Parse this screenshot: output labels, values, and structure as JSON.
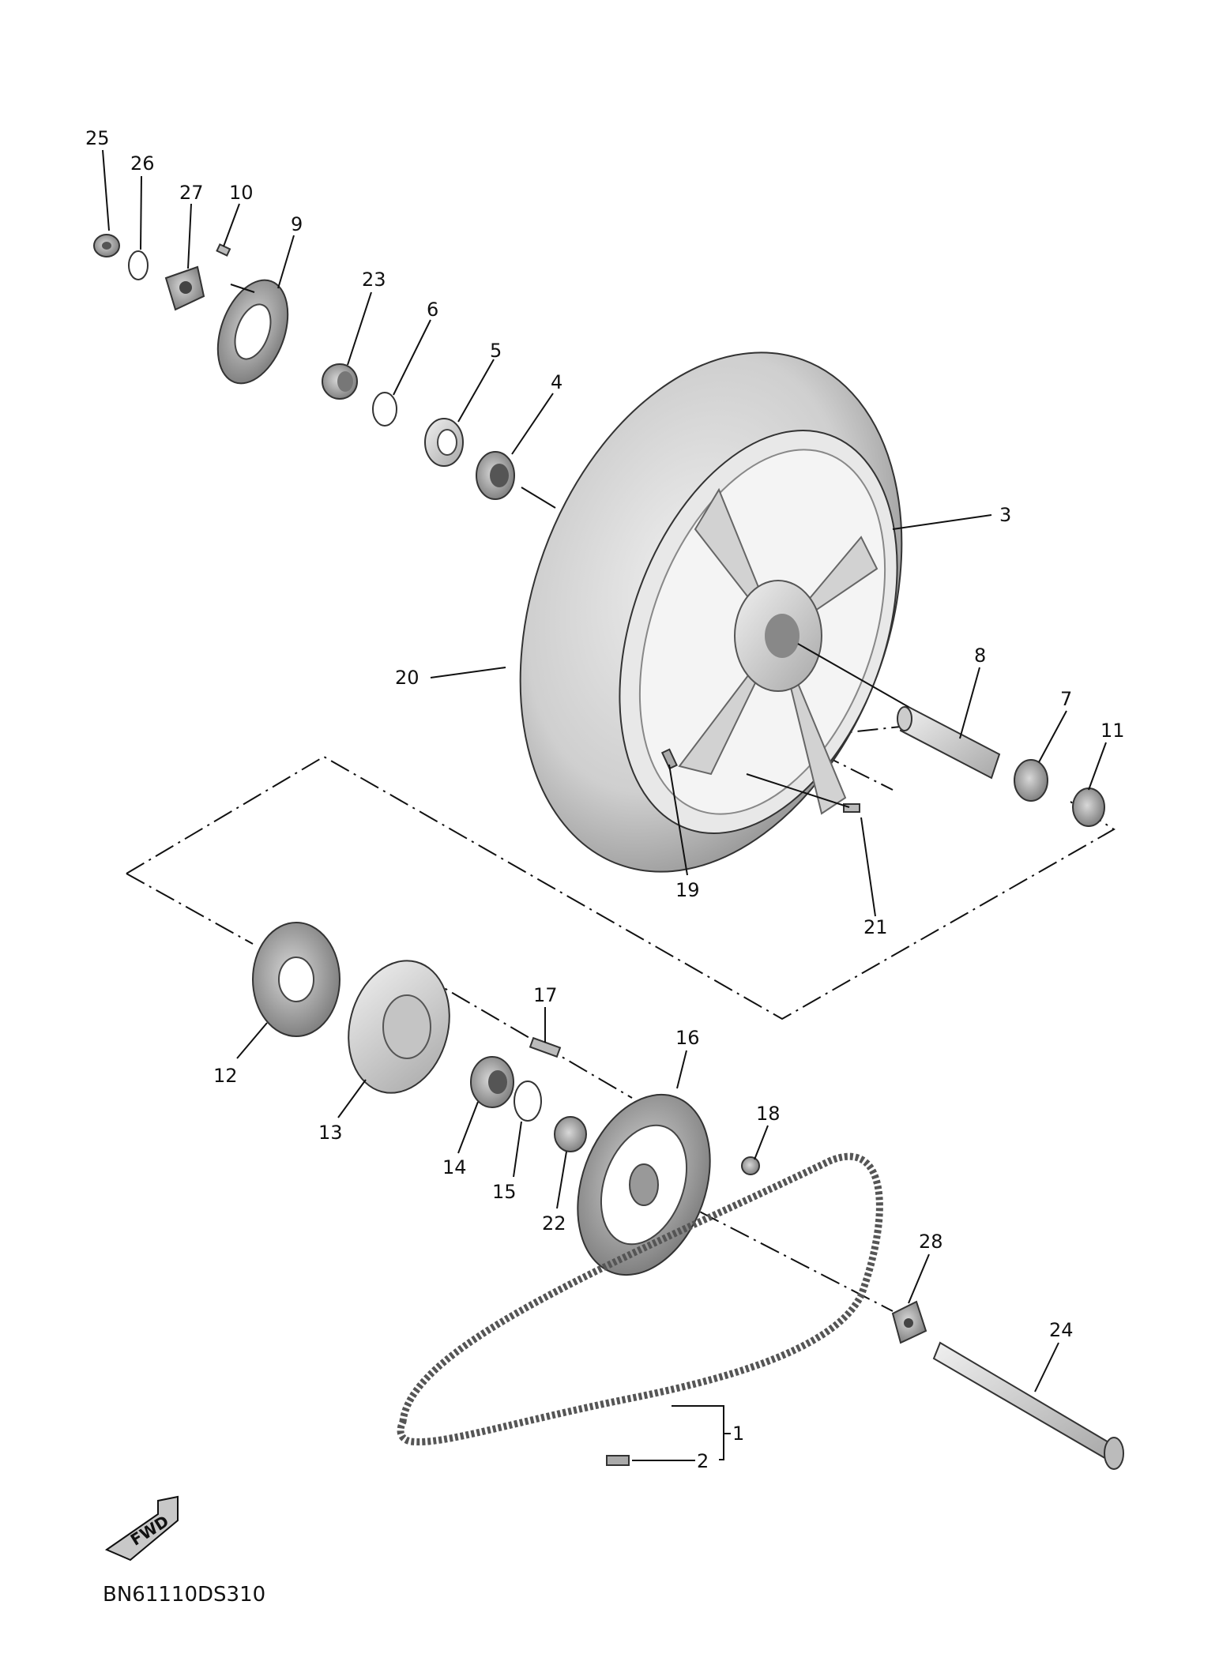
{
  "diagram": {
    "code": "BN61110DS310",
    "fwd_label": "FWD",
    "callouts": {
      "c1": "1",
      "c2": "2",
      "c3": "3",
      "c4": "4",
      "c5": "5",
      "c6": "6",
      "c7": "7",
      "c8": "8",
      "c9": "9",
      "c10": "10",
      "c11": "11",
      "c12": "12",
      "c13": "13",
      "c14": "14",
      "c15": "15",
      "c16": "16",
      "c17": "17",
      "c18": "18",
      "c19": "19",
      "c20": "20",
      "c21": "21",
      "c22": "22",
      "c23": "23",
      "c24": "24",
      "c25": "25",
      "c26": "26",
      "c27": "27",
      "c28": "28"
    },
    "colors": {
      "ink": "#111111",
      "part_fill": "#d6d6d6",
      "part_dark": "#9a9a9a",
      "tire": "#cfcfcf"
    }
  }
}
